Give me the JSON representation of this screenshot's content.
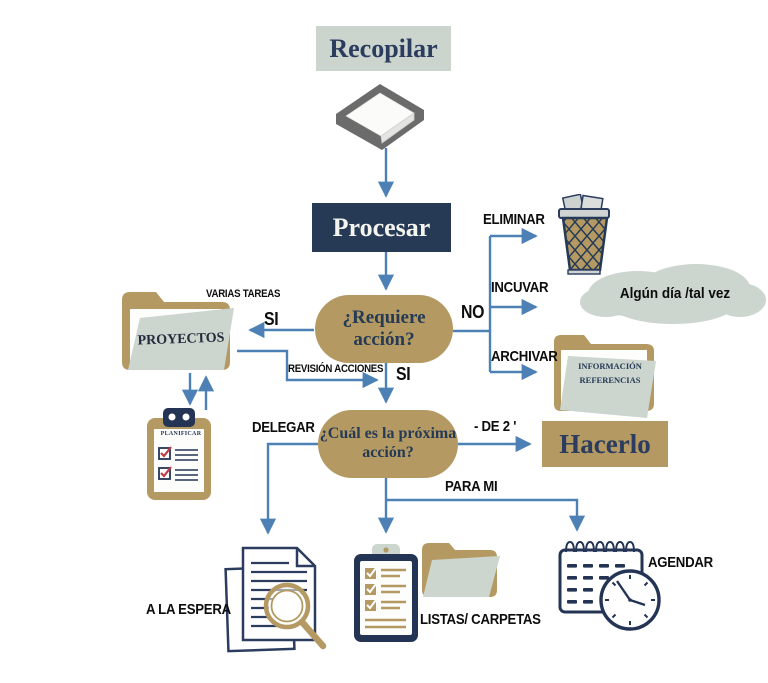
{
  "diagram": {
    "nodes": {
      "recopilar": "Recopilar",
      "procesar": "Procesar",
      "requiere_accion_l1": "¿Requiere",
      "requiere_accion_l2": "acción?",
      "proxima_accion_l1": "¿Cuál es la próxima",
      "proxima_accion_l2": "acción?",
      "hacerlo": "Hacerlo",
      "proyectos": "PROYECTOS",
      "planificar": "PLANIFICAR",
      "algun_dia_tal_vez": "Algún día /tal vez",
      "informacion": "INFORMACIÓN",
      "referencias": "REFERENCIAS"
    },
    "edge_labels": {
      "varias_tareas": "VARIAS TAREAS",
      "si_proyectos": "SI",
      "no": "NO",
      "eliminar": "ELIMINAR",
      "incuvar": "INCUVAR",
      "archivar": "ARCHIVAR",
      "revision_acciones": "REVISIÓN ACCIONES",
      "si_proxima": "SI",
      "delegar": "DELEGAR",
      "menos_de_2_min": "- DE 2 '",
      "para_mi": "PARA MI",
      "a_la_espera": "A LA ESPERA",
      "listas_carpetas": "LISTAS/ CARPETAS",
      "agendar": "AGENDAR"
    },
    "icons": {
      "inbox_tray": "inbox-tray-icon",
      "trash": "trash-basket-icon",
      "cloud": "someday-cloud-shape",
      "proyectos_folder": "proyectos-folder-icon",
      "planificar_clipboard": "planificar-clipboard-icon",
      "referencias_folder": "referencias-folder-icon",
      "espera_documents": "documents-magnifier-icon",
      "listas_clipboard": "checklist-clipboard-icon",
      "carpetas_folder": "carpetas-folder-icon",
      "agendar_calendar": "calendar-clock-icon"
    },
    "colors": {
      "navy": "#253a56",
      "tan": "#b49a62",
      "sage": "#cbd4cd",
      "arrow_blue": "#4d81b6",
      "label_black": "#0d0d0d",
      "check_red": "#c13b45"
    }
  }
}
